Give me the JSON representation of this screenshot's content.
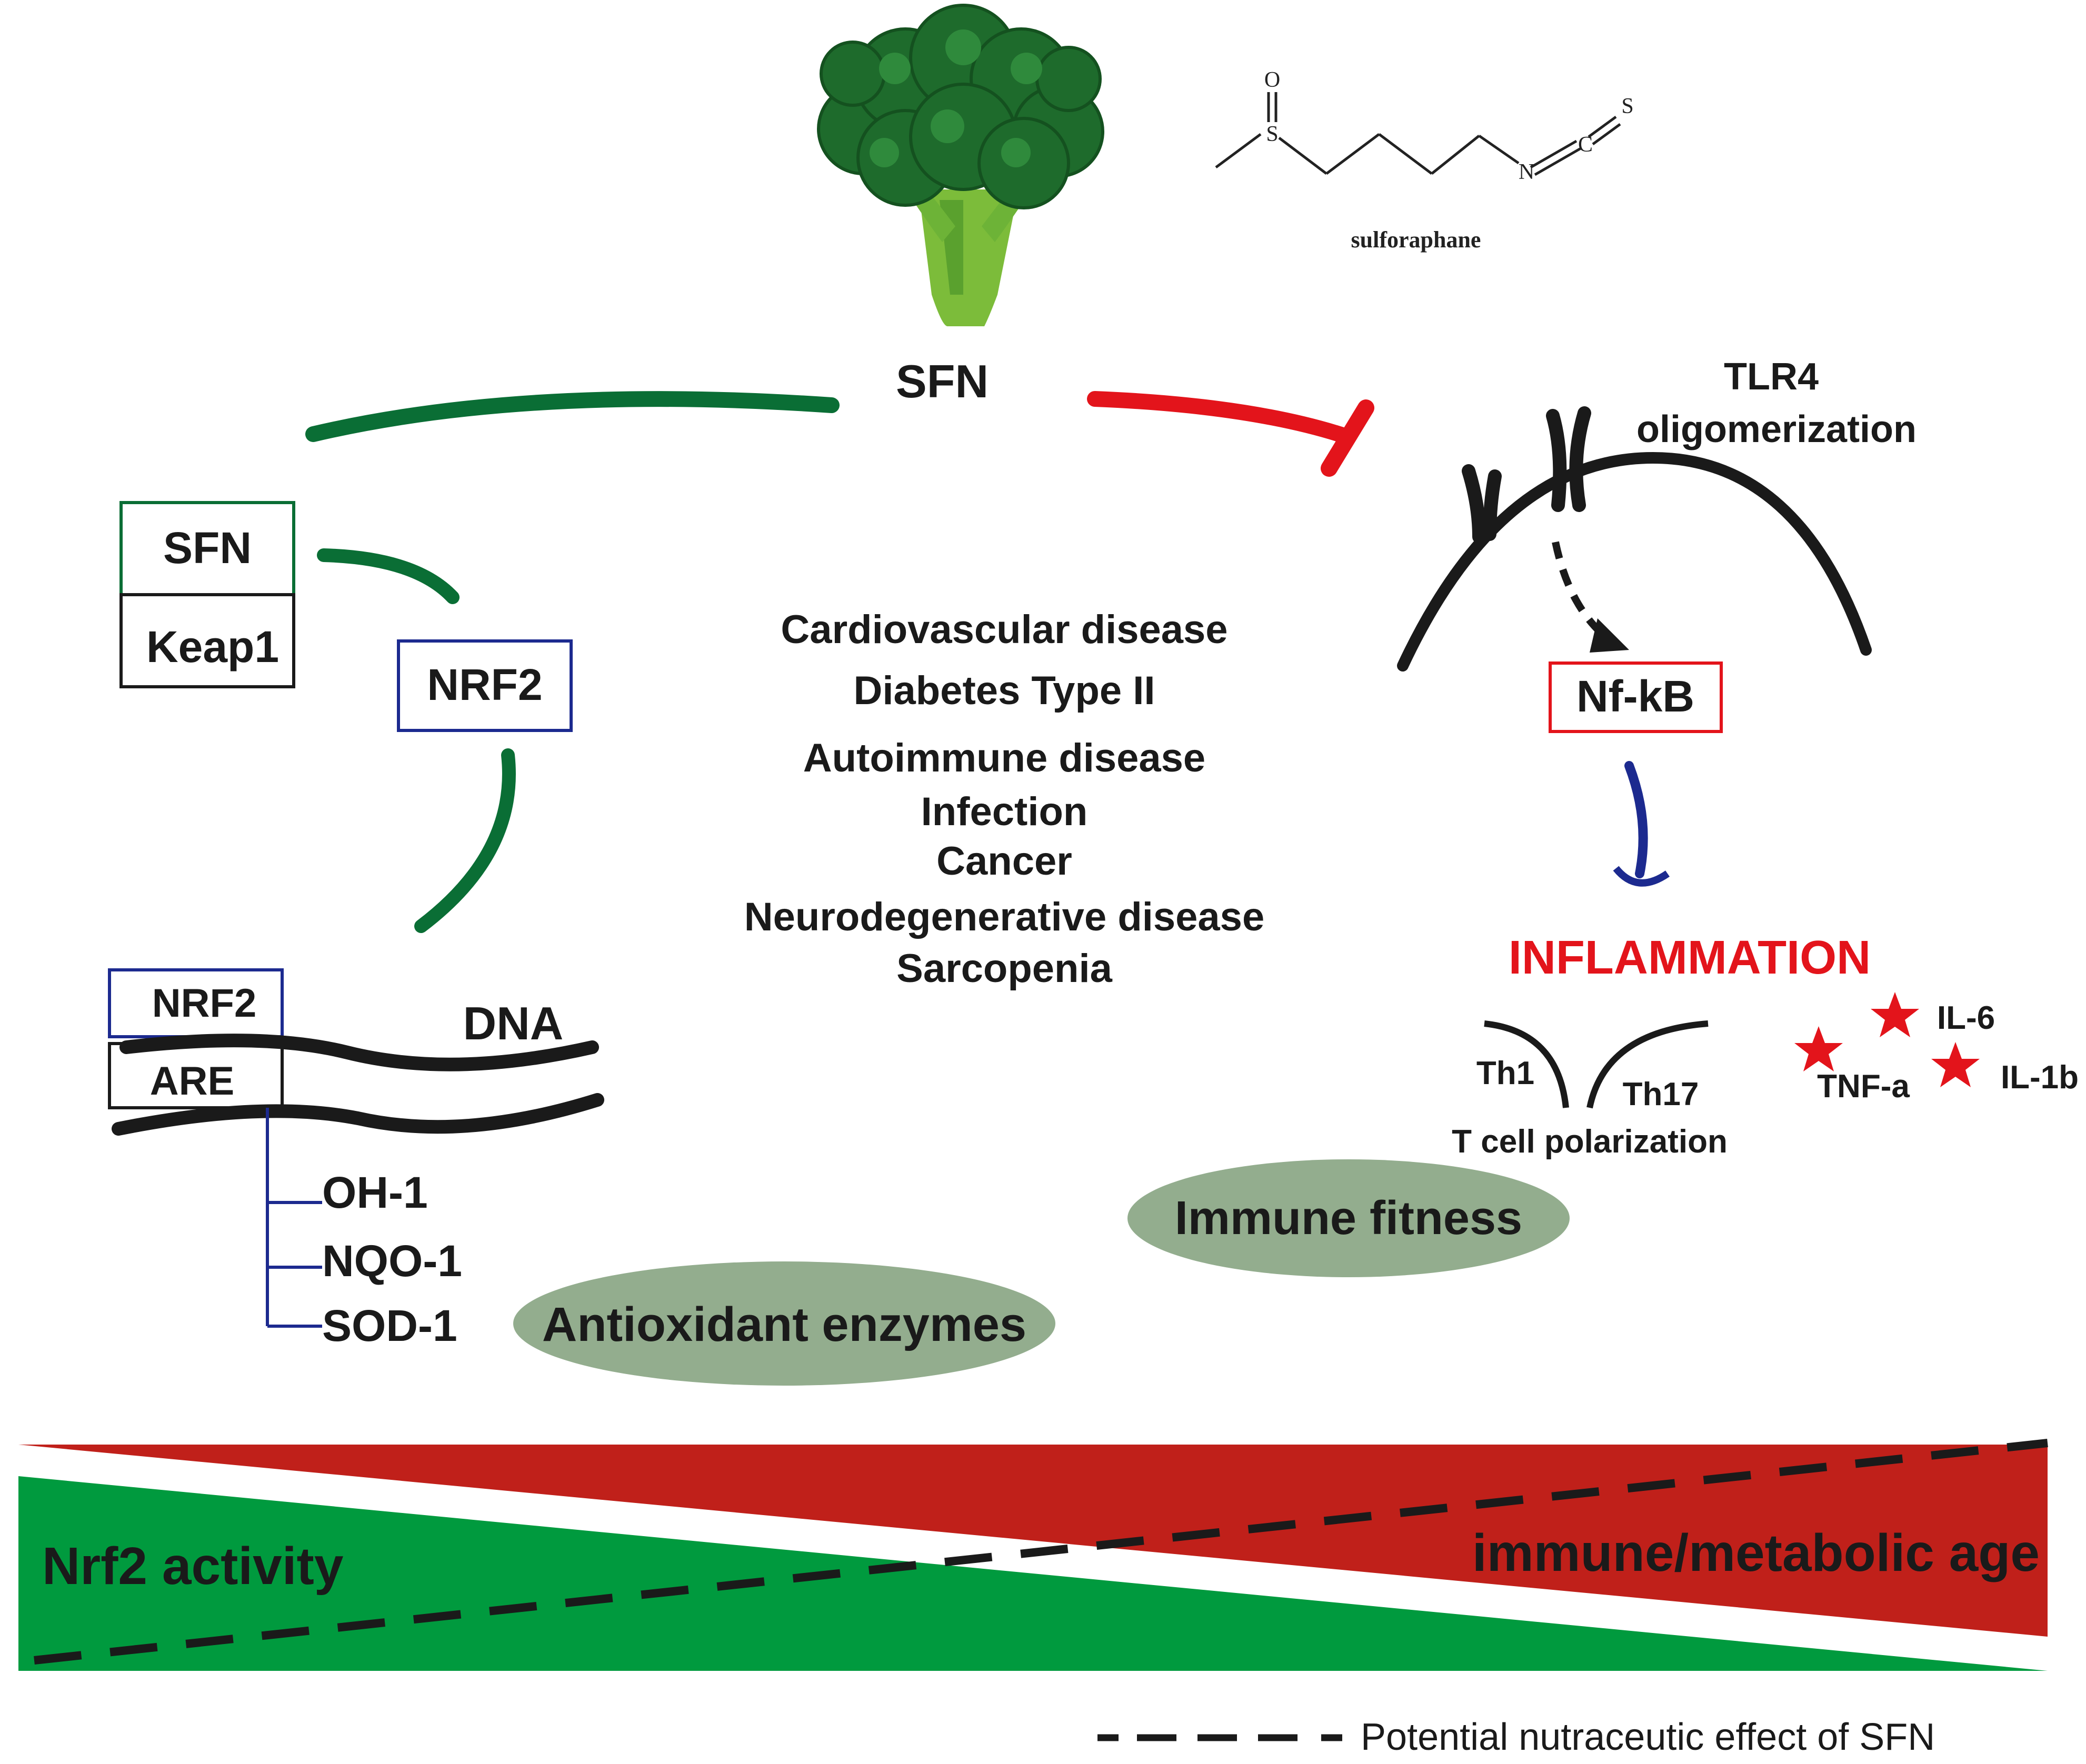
{
  "molecule": {
    "name": "sulforaphane",
    "atom_o": "O",
    "atom_s": "S",
    "atom_n": "N",
    "atom_c": "C",
    "atom_s2": "S"
  },
  "sfn_top": "SFN",
  "tlr4": {
    "line1": "TLR4",
    "line2": "oligomerization"
  },
  "complex": {
    "sfn": "SFN",
    "keap1": "Keap1"
  },
  "nrf2_free": "NRF2",
  "nucleus": {
    "nrf2": "NRF2",
    "are": "ARE",
    "dna": "DNA"
  },
  "genes": [
    "OH-1",
    "NQO-1",
    "SOD-1"
  ],
  "diseases": [
    "Cardiovascular disease",
    "Diabetes Type II",
    "Autoimmune disease",
    "Infection",
    "Cancer",
    "Neurodegenerative disease",
    "Sarcopenia"
  ],
  "nfkb": "Nf-kB",
  "inflammation": "INFLAMMATION",
  "tcell": {
    "th1": "Th1",
    "th17": "Th17",
    "label": "T cell polarization"
  },
  "cytokines": [
    "IL-6",
    "TNF-a",
    "IL-1b"
  ],
  "ovals": {
    "immune": "Immune fitness",
    "antioxidant": "Antioxidant enzymes"
  },
  "bands": {
    "green": "Nrf2 activity",
    "red": "immune/metabolic age"
  },
  "legend": "Potential nutraceutic effect of SFN",
  "colors": {
    "green": "#0a6e35",
    "bright_green": "#009a3e",
    "red": "#e3141b",
    "dark_red": "#c0201a",
    "blue": "#1c2a8f",
    "oval": "#93ad8e",
    "black": "#1a1a1a"
  }
}
